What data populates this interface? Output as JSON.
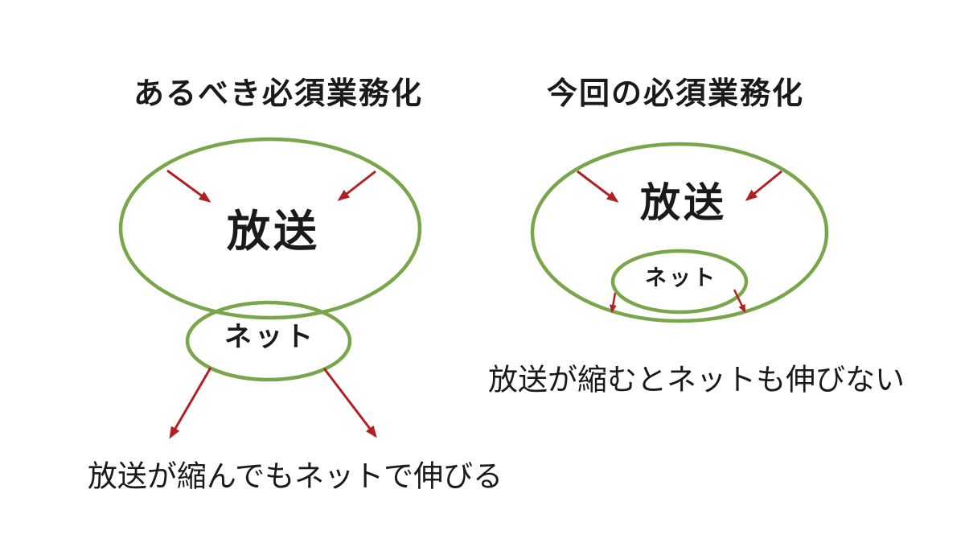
{
  "colors": {
    "background": "#ffffff",
    "ellipse_green": "#7aa64b",
    "arrow_red": "#b22025",
    "text_black": "#1a1a1a"
  },
  "left_panel": {
    "title": "あるべき必須業務化",
    "large_ellipse_label": "放送",
    "small_ellipse_label": "ネット",
    "caption": "放送が縮んでもネットで伸びる"
  },
  "right_panel": {
    "title": "今回の必須業務化",
    "large_ellipse_label": "放送",
    "small_ellipse_label": "ネット",
    "caption": "放送が縮むとネットも伸びない"
  }
}
